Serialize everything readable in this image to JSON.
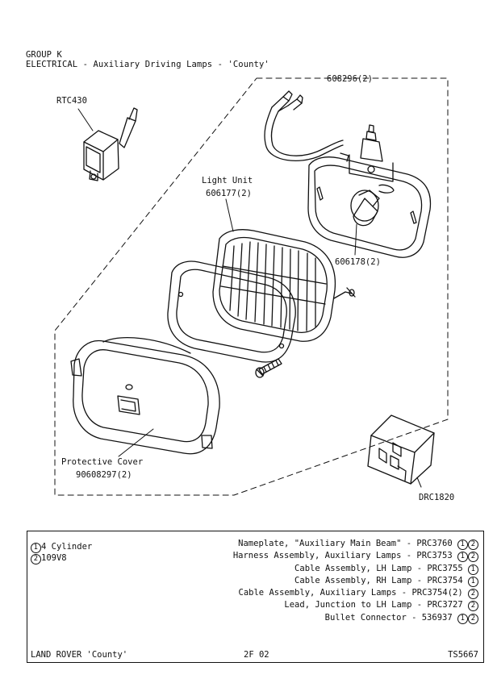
{
  "header": {
    "group": "GROUP K",
    "title": "ELECTRICAL - Auxiliary Driving Lamps - 'County'"
  },
  "diagram": {
    "callouts": {
      "kit": "608296(2)",
      "switch": "RTC430",
      "light_unit_name": "Light Unit",
      "light_unit_part": "606177(2)",
      "bulb": "606178(2)",
      "cover_name": "Protective Cover",
      "cover_part": "90608297(2)",
      "relay": "DRC1820"
    }
  },
  "legend": [
    {
      "marker": "1",
      "text": "4 Cylinder"
    },
    {
      "marker": "2",
      "text": "109V8"
    }
  ],
  "parts": [
    {
      "text": "Nameplate, \"Auxiliary Main Beam\" - PRC3760",
      "markers": [
        "1",
        "2"
      ]
    },
    {
      "text": "Harness Assembly, Auxiliary Lamps - PRC3753",
      "markers": [
        "1",
        "2"
      ]
    },
    {
      "text": "Cable Assembly, LH Lamp - PRC3755",
      "markers": [
        "1"
      ]
    },
    {
      "text": "Cable Assembly, RH Lamp - PRC3754",
      "markers": [
        "1"
      ]
    },
    {
      "text": "Cable Assembly, Auxiliary Lamps - PRC3754(2)",
      "markers": [
        "2"
      ]
    },
    {
      "text": "Lead, Junction to LH Lamp - PRC3727",
      "markers": [
        "2"
      ]
    },
    {
      "text": "Bullet Connector - 536937",
      "markers": [
        "1",
        "2"
      ]
    }
  ],
  "footer": {
    "left": "LAND ROVER 'County'",
    "center": "2F 02",
    "right": "TS5667"
  }
}
